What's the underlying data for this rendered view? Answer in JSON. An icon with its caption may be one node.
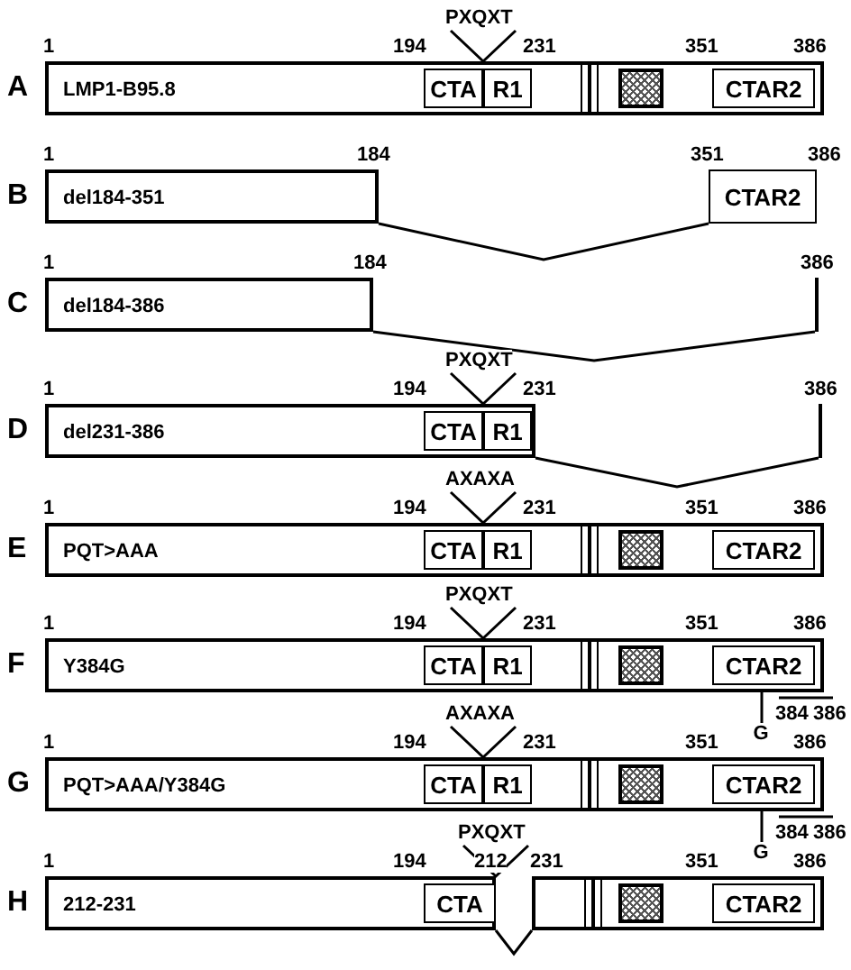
{
  "diagram": {
    "nodes": [
      {
        "text": [
          "LMP1-B95.8"
        ]
      },
      {
        "text": [
          "CTA"
        ],
        "in": 0
      },
      {
        "text": [
          "R1"
        ],
        "in": 0
      },
      {
        "text": [],
        "shape": "box",
        "in": 0
      },
      {
        "text": [
          "CTAR2"
        ],
        "in": 0
      },
      {
        "text": [
          "del184-351"
        ]
      },
      {
        "text": [
          "CTAR2"
        ]
      },
      {
        "text": [
          "del184-386"
        ]
      },
      {
        "text": [
          "del231-386"
        ]
      },
      {
        "text": [
          "CTA"
        ],
        "in": 8
      },
      {
        "text": [
          "R1"
        ],
        "in": 8
      },
      {
        "text": [
          "PQT>AAA"
        ]
      },
      {
        "text": [
          "CTA"
        ],
        "in": 11
      },
      {
        "text": [
          "R1"
        ],
        "in": 11
      },
      {
        "text": [],
        "shape": "box",
        "in": 11
      },
      {
        "text": [
          "CTAR2"
        ],
        "in": 11
      },
      {
        "text": [
          "Y384G"
        ]
      },
      {
        "text": [
          "CTA"
        ],
        "in": 16
      },
      {
        "text": [
          "R1"
        ],
        "in": 16
      },
      {
        "text": [],
        "shape": "box",
        "in": 16
      },
      {
        "text": [
          "CTAR2"
        ],
        "in": 16
      },
      {
        "text": [
          "PQT>AAA/Y384G"
        ]
      },
      {
        "text": [
          "CTA"
        ],
        "in": 21
      },
      {
        "text": [
          "R1"
        ],
        "in": 21
      },
      {
        "text": [],
        "shape": "box",
        "in": 21
      },
      {
        "text": [
          "CTAR2"
        ],
        "in": 21
      },
      {
        "text": [
          "212-231"
        ]
      },
      {
        "text": [
          "CTA"
        ],
        "in": 26
      },
      {
        "text": [],
        "shape": "box"
      },
      {
        "text": [],
        "shape": "box",
        "in": 28
      },
      {
        "text": [
          "CTAR2"
        ],
        "in": 28
      },
      {
        "text": [],
        "shape": "bar"
      },
      {
        "text": [],
        "shape": "bar"
      },
      {
        "text": [
          "G"
        ]
      },
      {
        "text": [
          "G"
        ]
      }
    ],
    "edges": [
      {
        "from": 5,
        "to": 6,
        "arrow": "none"
      },
      {
        "from": 7,
        "to": 31,
        "arrow": "none"
      },
      {
        "from": 8,
        "to": 32,
        "arrow": "none"
      },
      {
        "from": 26,
        "to": 28,
        "arrow": "none"
      },
      {
        "from": 20,
        "to": 33,
        "arrow": "none"
      },
      {
        "from": 25,
        "to": 34,
        "arrow": "none"
      }
    ],
    "labels": [
      "PXQXT",
      "1",
      "194",
      "231",
      "351",
      "386",
      "A",
      "1",
      "184",
      "351",
      "386",
      "B",
      "1",
      "184",
      "386",
      "C",
      "PXQXT",
      "1",
      "194",
      "231",
      "386",
      "D",
      "AXAXA",
      "1",
      "194",
      "231",
      "351",
      "386",
      "E",
      "PXQXT",
      "1",
      "194",
      "231",
      "351",
      "386",
      "F",
      "AXAXA",
      "384",
      "386",
      "1",
      "194",
      "231",
      "351",
      "386",
      "G",
      "PXQXT",
      "384",
      "386",
      "1",
      "194",
      "212",
      "231",
      "351",
      "386",
      "H"
    ]
  }
}
